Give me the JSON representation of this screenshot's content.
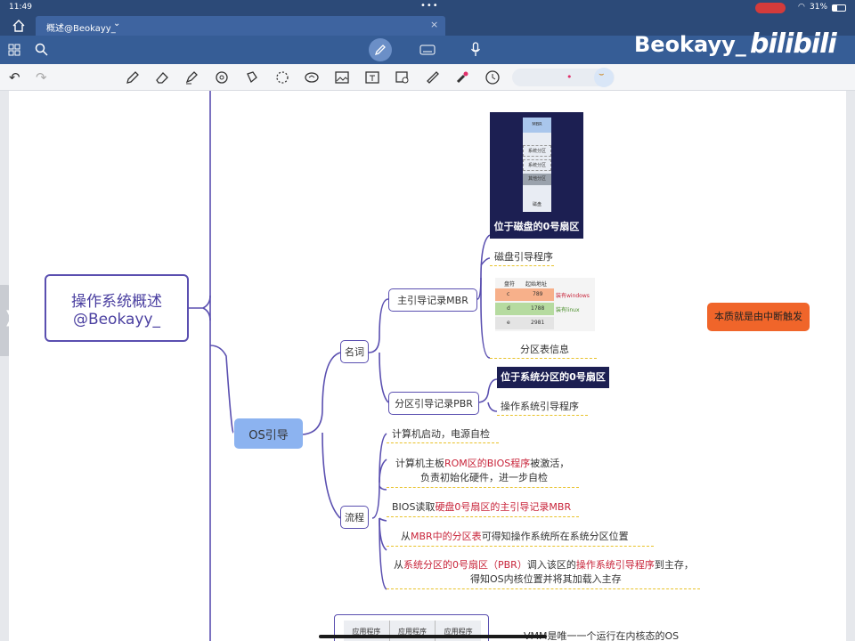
{
  "status": {
    "time": "11:49",
    "battery": "31%"
  },
  "tab": {
    "title": "概述@Beokayy_"
  },
  "brand": {
    "watermark": "Beokayy_",
    "logo": "bilibili"
  },
  "colors": {
    "header": "#365d96",
    "node_border": "#5a4fb0",
    "highlight": "#c8243a",
    "orange": "#f0652a",
    "dash": "#e8c22a"
  },
  "mindmap": {
    "root": {
      "line1": "操作系统概述",
      "line2": "@Beokayy_"
    },
    "topic": "OS引导",
    "mingci": "名词",
    "mbr": "主引导记录MBR",
    "pbr": "分区引导记录PBR",
    "sector0_caption": "位于磁盘的0号扇区",
    "disk_labels": [
      "MBR",
      "系统分区",
      "系统分区",
      "其他分区",
      "磁盘"
    ],
    "mbr_program": "磁盘引导程序",
    "partition_table": {
      "headers": [
        "盘符",
        "起始地址"
      ],
      "rows": [
        {
          "drive": "c",
          "addr": "789",
          "note": "装有windows"
        },
        {
          "drive": "d",
          "addr": "1788",
          "note": "装有linux"
        },
        {
          "drive": "e",
          "addr": "2981",
          "note": ""
        }
      ]
    },
    "partition_info": "分区表信息",
    "pbr_caption": "位于系统分区的0号扇区",
    "os_boot_program": "操作系统引导程序",
    "note": "本质就是由中断触发",
    "liucheng": "流程",
    "steps": {
      "s1": "计算机启动，电源自检",
      "s2a": "计算机主板",
      "s2b": "ROM区的BIOS程序",
      "s2c": "被激活，",
      "s2d": "负责初始化硬件，进一步自检",
      "s3a": "BIOS读取",
      "s3b": "硬盘0号扇区的主引导记录MBR",
      "s4a": "从",
      "s4b": "MBR中的分区表",
      "s4c": "可得知操作系统所在系统分区位置",
      "s5a": "从",
      "s5b": "系统分区的0号扇区（PBR）",
      "s5c": "调入该区的",
      "s5d": "操作系统引导程序",
      "s5e": "到主存，",
      "s5f": "得知OS内核位置并将其加载入主存"
    },
    "bottom": {
      "cells": [
        "应用程序",
        "应用程序",
        "应用程序"
      ],
      "text": "VMM是唯一一个运行在内核态的OS"
    }
  }
}
